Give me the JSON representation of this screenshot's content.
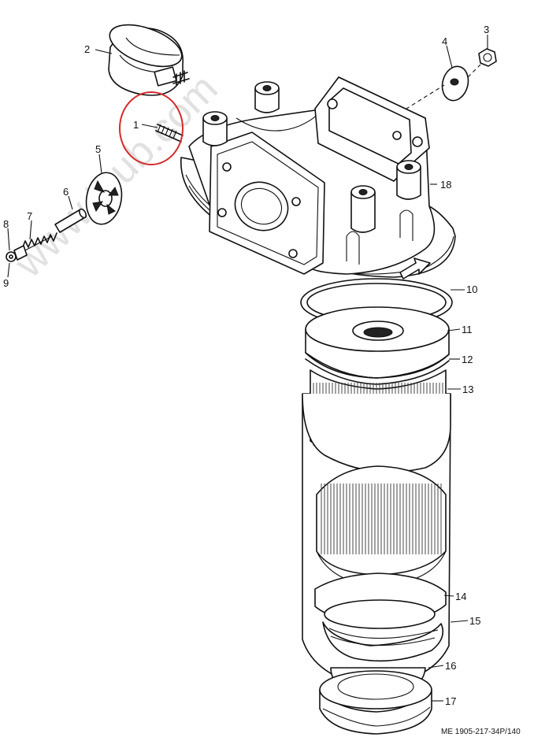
{
  "diagram": {
    "callouts": [
      {
        "id": "1",
        "text": "1"
      },
      {
        "id": "2",
        "text": "2"
      },
      {
        "id": "3",
        "text": "3"
      },
      {
        "id": "4",
        "text": "4"
      },
      {
        "id": "5",
        "text": "5"
      },
      {
        "id": "6",
        "text": "6"
      },
      {
        "id": "7",
        "text": "7"
      },
      {
        "id": "8",
        "text": "8"
      },
      {
        "id": "9",
        "text": "9"
      },
      {
        "id": "10",
        "text": "10"
      },
      {
        "id": "11",
        "text": "11"
      },
      {
        "id": "12",
        "text": "12"
      },
      {
        "id": "13",
        "text": "13"
      },
      {
        "id": "14",
        "text": "14"
      },
      {
        "id": "15",
        "text": "15"
      },
      {
        "id": "16",
        "text": "16"
      },
      {
        "id": "17",
        "text": "17"
      },
      {
        "id": "18",
        "text": "18"
      }
    ],
    "figure_id": "ME 1905-217-34P/140",
    "watermark": "www.tpub.com",
    "highlight_color": "#d42a2a"
  }
}
